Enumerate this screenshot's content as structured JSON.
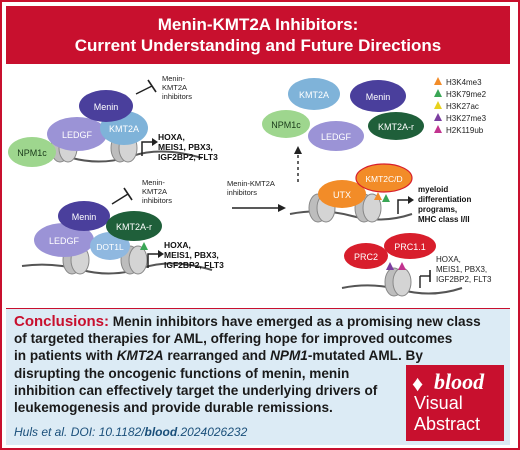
{
  "title": {
    "line1": "Menin-KMT2A Inhibitors:",
    "line2": "Current Understanding and Future Directions"
  },
  "diagram": {
    "top_left": {
      "proteins": [
        "Menin",
        "LEDGF",
        "KMT2A",
        "NPM1c"
      ],
      "inhibitor_label": [
        "Menin-",
        "KMT2A",
        "inhibitors"
      ],
      "genes": [
        "HOXA,",
        "MEIS1, PBX3,",
        "IGF2BP2, FLT3"
      ]
    },
    "bottom_left": {
      "proteins": [
        "Menin",
        "KMT2A-r",
        "LEDGF",
        "DOT1L"
      ],
      "inhibitor_label": [
        "Menin-",
        "KMT2A",
        "inhibitors"
      ],
      "genes": [
        "HOXA,",
        "MEIS1, PBX3,",
        "IGF2BP2, FLT3"
      ]
    },
    "arrow_label": [
      "Menin-KMT2A",
      "inhibitors"
    ],
    "top_right": {
      "proteins": [
        "KMT2A",
        "Menin",
        "NPM1c",
        "LEDGF",
        "KMT2A-r"
      ]
    },
    "legend": [
      {
        "label": "H3K4me3",
        "color": "#f28c28"
      },
      {
        "label": "H3K79me2",
        "color": "#3aa655"
      },
      {
        "label": "H3K27ac",
        "color": "#e8d21d"
      },
      {
        "label": "H3K27me3",
        "color": "#7b3fa0"
      },
      {
        "label": "H2K119ub",
        "color": "#c2338f"
      }
    ],
    "mid_right": {
      "proteins": [
        "UTX",
        "KMT2C/D"
      ],
      "genes": [
        "myeloid",
        "differentiation",
        "programs,",
        "MHC class I/II"
      ]
    },
    "bottom_right": {
      "proteins": [
        "PRC2",
        "PRC1.1"
      ],
      "genes": [
        "HOXA,",
        "MEIS1, PBX3,",
        "IGF2BP2, FLT3"
      ]
    },
    "colors": {
      "menin": "#4a3f9c",
      "ledgf": "#9b93d6",
      "kmt2a": "#7fb3d9",
      "npm1c": "#9ed68e",
      "kmt2a_r": "#1f5f3a",
      "dot1l": "#8fb8e0",
      "utx": "#f28c28",
      "kmt2cd": "#f28c28",
      "prc": "#d81e2c",
      "nucleosome": "#c8c8c8"
    }
  },
  "conclusions": {
    "lead": "Conclusions:",
    "line1": "Menin inhibitors have emerged as a promising new class",
    "line2": "of targeted therapies for AML, offering hope for improved outcomes",
    "line3a": "in patients with",
    "kmt2a_italic": "KMT2A",
    "line3b": "rearranged and",
    "npm1_italic": "NPM1",
    "line3c": "-mutated AML. By",
    "line4": "disrupting the oncogenic functions of menin, menin",
    "line5": "inhibition can effectively target the underlying drivers of",
    "line6": "leukemogenesis and provide durable remissions."
  },
  "citation": {
    "prefix": "Huls et al. DOI: 10.1182/",
    "brand": "blood",
    "suffix": ".2024026232"
  },
  "logo": {
    "drop": "♦",
    "blood": "blood",
    "visual": "Visual",
    "abstract": "Abstract"
  }
}
